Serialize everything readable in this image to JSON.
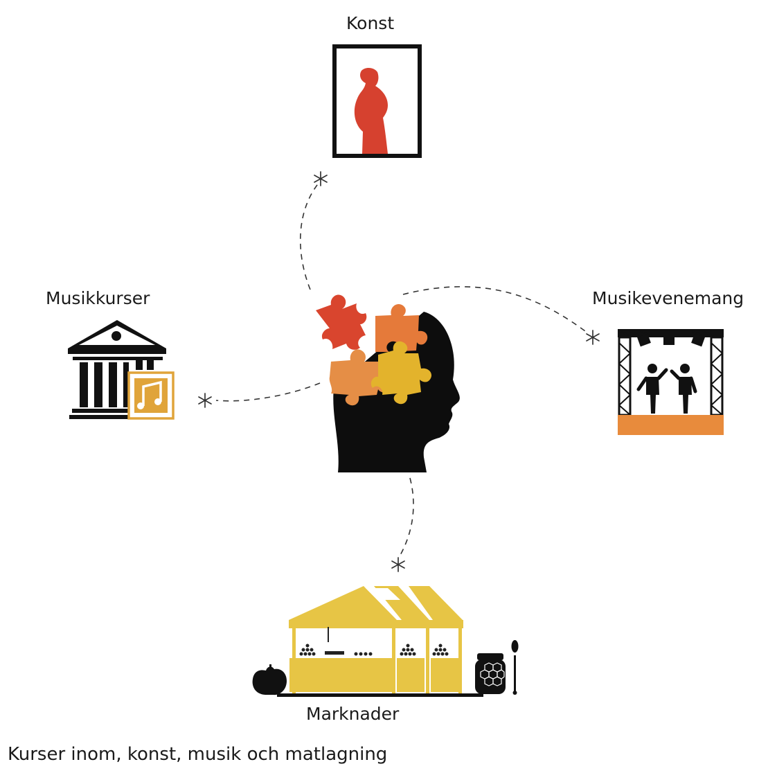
{
  "labels": {
    "konst": "Konst",
    "musikkurser": "Musikkurser",
    "musikevenemang": "Musikevenemang",
    "marknader": "Marknader"
  },
  "caption": "Kurser inom, konst, musik och matlagning",
  "icons": {
    "center": "head-with-puzzle-pieces-icon",
    "konst": "framed-statue-painting-icon",
    "musikkurser": "museum-with-music-note-icon",
    "musikevenemang": "concert-stage-icon",
    "marknader": "market-stalls-icon"
  },
  "colors": {
    "puzzle_red": "#d9452e",
    "puzzle_orange": "#e57a3a",
    "puzzle_light_orange": "#e58e46",
    "puzzle_yellow": "#e3b32c",
    "painting_red": "#d6412f",
    "music_gold": "#e0a43a",
    "stage_orange": "#e88b3c",
    "market_yellow": "#e7c545",
    "ink": "#111111"
  }
}
